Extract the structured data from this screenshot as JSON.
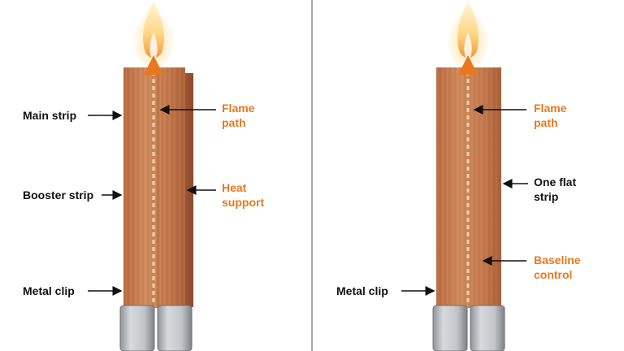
{
  "colors": {
    "wood_dark": "#a65c35",
    "wood_mid": "#c98356",
    "wood_light": "#dca07a",
    "flame_path": "#e8781f",
    "label_black": "#111111",
    "label_orange": "#e8781f",
    "metal": "#b8bcc0",
    "divider": "#8a8a8a"
  },
  "left_panel": {
    "main_strip": "Main strip",
    "booster_strip": "Booster strip",
    "metal_clip": "Metal clip",
    "flame_path_1": "Flame",
    "flame_path_2": "path",
    "heat_support_1": "Heat",
    "heat_support_2": "support"
  },
  "right_panel": {
    "metal_clip": "Metal clip",
    "flame_path_1": "Flame",
    "flame_path_2": "path",
    "one_flat_strip_1": "One flat",
    "one_flat_strip_2": "strip",
    "baseline_control_1": "Baseline",
    "baseline_control_2": "control"
  },
  "icons": [
    "flame-icon",
    "arrow-icon",
    "metal-clip-icon"
  ]
}
